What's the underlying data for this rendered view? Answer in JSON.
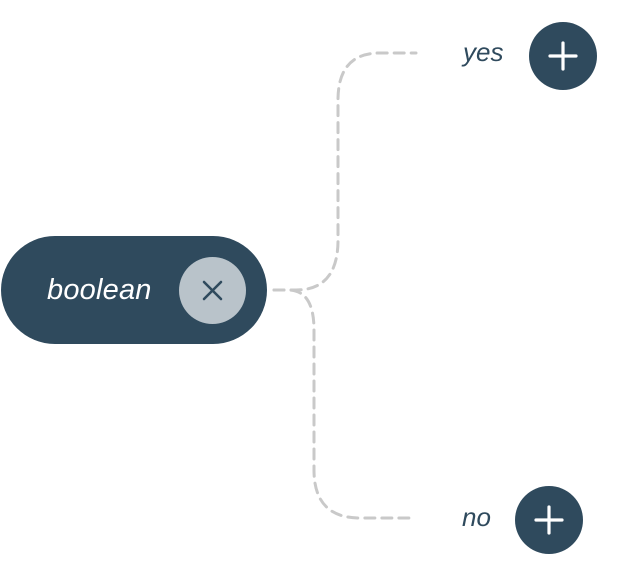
{
  "node": {
    "label": "boolean",
    "remove_icon": "close-icon",
    "fill_color": "#2f4a5d",
    "remove_fill_color": "#b9c3ca"
  },
  "branches": [
    {
      "label": "yes",
      "add_icon": "plus-icon"
    },
    {
      "label": "no",
      "add_icon": "plus-icon"
    }
  ],
  "connector_color": "#c9c9c9"
}
